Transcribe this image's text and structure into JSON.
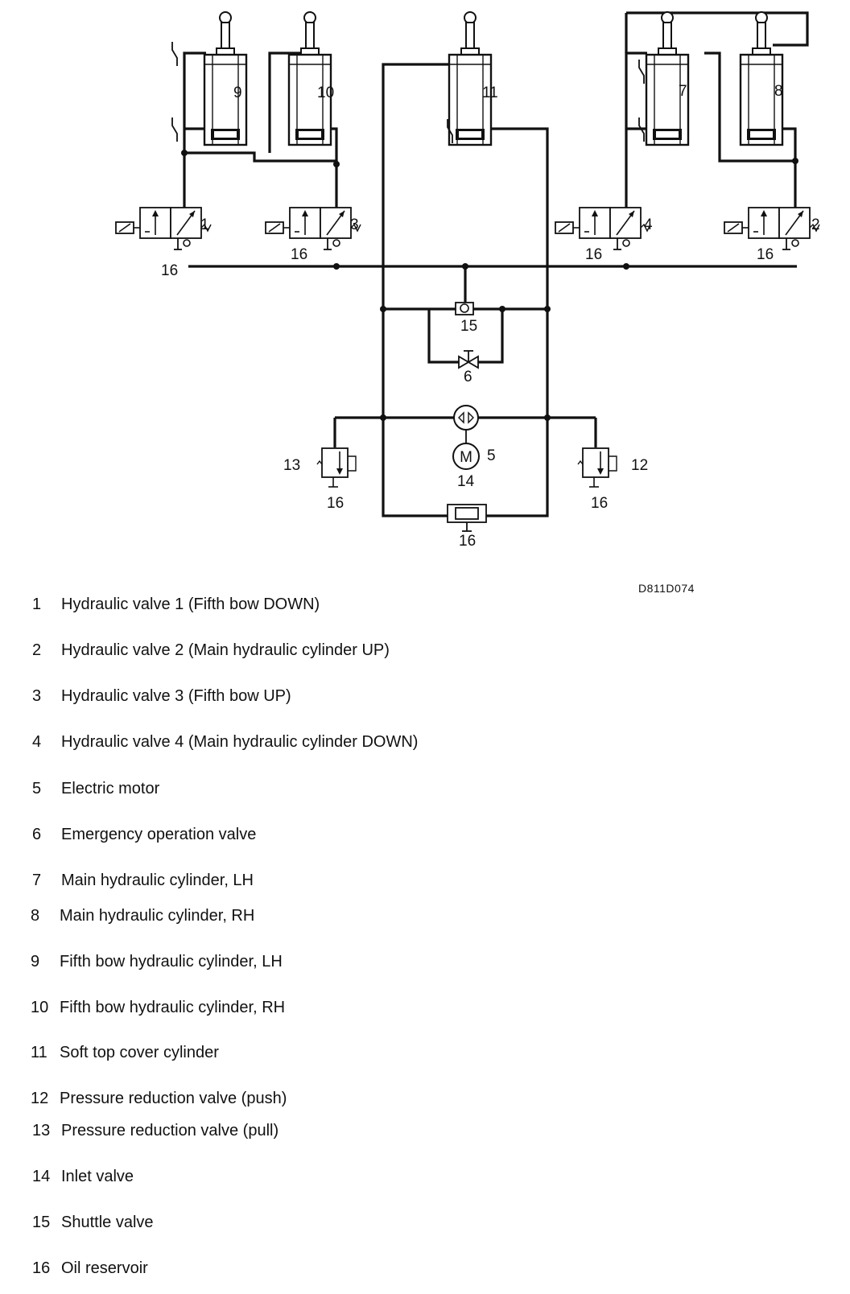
{
  "diagram": {
    "ref_code": "D811D074",
    "labels": {
      "c9": "9",
      "c10": "10",
      "c11": "11",
      "c7": "7",
      "c8": "8",
      "v1": "1",
      "v3": "3",
      "v4": "4",
      "v2": "2",
      "r16_v1": "16",
      "r16_v3": "16",
      "r16_v4": "16",
      "r16_v2": "16",
      "shuttle": "15",
      "emergency": "6",
      "motor": "5",
      "inlet": "14",
      "prv_pull": "13",
      "prv_push": "12",
      "r16_13": "16",
      "r16_12": "16",
      "r16_bottom": "16"
    }
  },
  "legend": [
    {
      "num": "1",
      "text": "Hydraulic valve 1 (Fifth bow DOWN)"
    },
    {
      "num": "2",
      "text": "Hydraulic valve 2 (Main hydraulic cylinder UP)"
    },
    {
      "num": "3",
      "text": "Hydraulic valve 3 (Fifth bow UP)"
    },
    {
      "num": "4",
      "text": "Hydraulic valve 4 (Main hydraulic cylinder DOWN)"
    },
    {
      "num": "5",
      "text": "Electric motor"
    },
    {
      "num": "6",
      "text": "Emergency operation valve"
    },
    {
      "num": "7",
      "text": "Main hydraulic cylinder, LH"
    },
    {
      "num": "8",
      "text": "Main hydraulic cylinder, RH"
    },
    {
      "num": "9",
      "text": "Fifth bow hydraulic cylinder, LH"
    },
    {
      "num": "10",
      "text": "Fifth bow hydraulic cylinder, RH"
    },
    {
      "num": "11",
      "text": "Soft top cover cylinder"
    },
    {
      "num": "12",
      "text": "Pressure reduction valve (push)"
    },
    {
      "num": "13",
      "text": "Pressure reduction valve (pull)"
    },
    {
      "num": "14",
      "text": "Inlet valve"
    },
    {
      "num": "15",
      "text": "Shuttle valve"
    },
    {
      "num": "16",
      "text": "Oil reservoir"
    }
  ]
}
